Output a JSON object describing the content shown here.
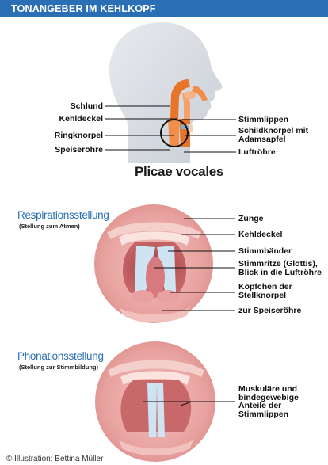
{
  "header": {
    "title": "TONANGEBER IM KEHLKOPF"
  },
  "head_section": {
    "left_labels": [
      "Schlund",
      "Kehldeckel",
      "Ringknorpel",
      "Speiseröhre"
    ],
    "right_labels": {
      "stimmlippen": "Stimmlippen",
      "schildknorpel_1": "Schildknorpel mit",
      "schildknorpel_2": "Adamsapfel",
      "luftroehre": "Luftröhre"
    },
    "caption": "Plicae vocales"
  },
  "respiration": {
    "title": "Respirationsstellung",
    "subtitle": "(Stellung zum Atmen)",
    "labels": {
      "zunge": "Zunge",
      "kehldeckel": "Kehldeckel",
      "stimmbaender": "Stimmbänder",
      "stimmritze_1": "Stimmritze (Glottis),",
      "stimmritze_2": "Blick in die Luftröhre",
      "koepfchen_1": "Köpfchen der",
      "koepfchen_2": "Stellknorpel",
      "speiseroehre": "zur Speiseröhre"
    }
  },
  "phonation": {
    "title": "Phonationsstellung",
    "subtitle": "(Stellung zur Stimmbildung)",
    "labels": [
      "Muskuläre und",
      "bindegewebige",
      "Anteile der",
      "Stimmlippen"
    ]
  },
  "credit": "© Illustration: Bettina Müller",
  "colors": {
    "header_blue": "#2a6fb5",
    "tissue_pink": "#e9a0a0",
    "orange": "#e8742a",
    "vocal_blue": "#cfe4f2"
  }
}
